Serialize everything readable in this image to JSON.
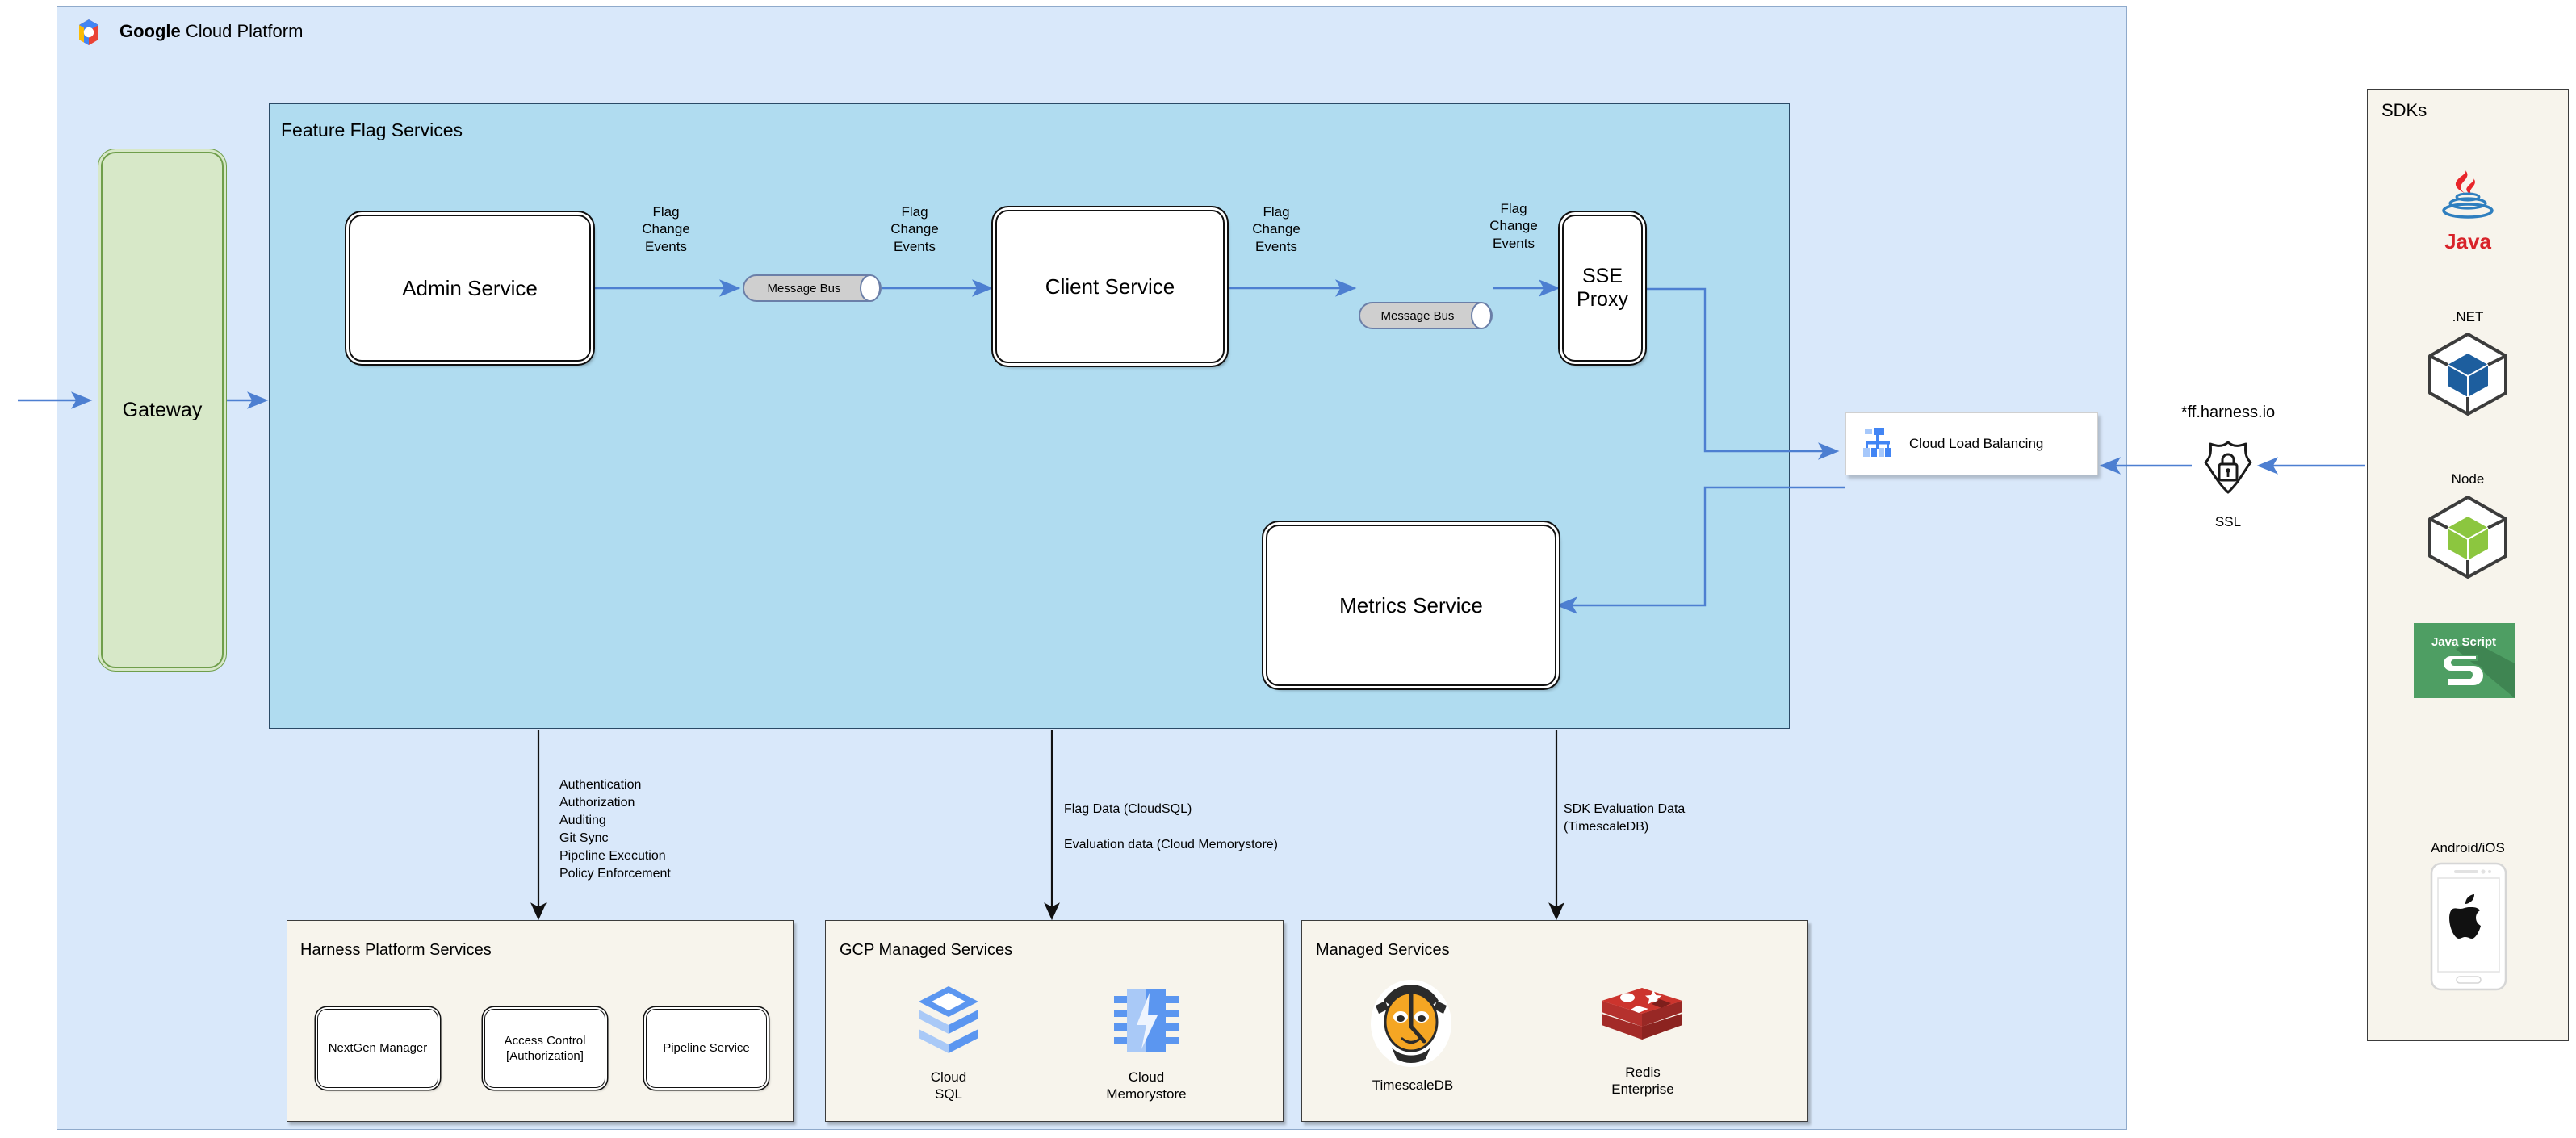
{
  "gcp": {
    "title_bold": "Google",
    "title_rest": " Cloud Platform",
    "logo_icon": "google-cloud-logo"
  },
  "feature_flag_services": {
    "title": "Feature Flag Services",
    "services": [
      {
        "name": "admin-service",
        "label": "Admin Service"
      },
      {
        "name": "client-service",
        "label": "Client Service"
      },
      {
        "name": "sse-proxy",
        "label": "SSE\nProxy"
      },
      {
        "name": "metrics-service",
        "label": "Metrics Service"
      }
    ],
    "message_buses": [
      {
        "name": "message-bus-1",
        "label": "Message Bus"
      },
      {
        "name": "message-bus-2",
        "label": "Message Bus"
      }
    ],
    "edge_labels": [
      {
        "name": "edge-label-admin-to-bus1",
        "text": "Flag\nChange\nEvents"
      },
      {
        "name": "edge-label-bus1-to-client",
        "text": "Flag\nChange\nEvents"
      },
      {
        "name": "edge-label-client-to-bus2",
        "text": "Flag\nChange\nEvents"
      },
      {
        "name": "edge-label-bus2-to-sse",
        "text": "Flag\nChange\nEvents"
      }
    ]
  },
  "gateway": {
    "label": "Gateway"
  },
  "load_balancer": {
    "label": "Cloud Load Balancing",
    "icon": "cloud-load-balancing-icon"
  },
  "ssl": {
    "domain": "*ff.harness.io",
    "caption": "SSL",
    "icon": "ssl-shield-lock-icon"
  },
  "sdks": {
    "title": "SDKs",
    "items": [
      {
        "name": "sdk-java",
        "label": "Java",
        "label_position": "below",
        "icon": "java-logo"
      },
      {
        "name": "sdk-dotnet",
        "label": ".NET",
        "label_position": "above",
        "icon": "dotnet-cube-icon"
      },
      {
        "name": "sdk-node",
        "label": "Node",
        "label_position": "above",
        "icon": "node-cube-icon"
      },
      {
        "name": "sdk-javascript",
        "label": "Java Script",
        "label_position": "inside",
        "icon": "javascript-logo"
      },
      {
        "name": "sdk-mobile",
        "label": "Android/iOS",
        "label_position": "above",
        "icon": "apple-phone-icon"
      }
    ]
  },
  "notes": [
    {
      "name": "note-harness-platform",
      "text": "Authentication\nAuthorization\nAuditing\nGit Sync\nPipeline Execution\nPolicy Enforcement"
    },
    {
      "name": "note-flag-data",
      "text": "Flag Data (CloudSQL)\n\nEvaluation data (Cloud Memorystore)"
    },
    {
      "name": "note-sdk-evaluation",
      "text": "SDK Evaluation Data\n(TimescaleDB)"
    }
  ],
  "bottom_groups": [
    {
      "name": "group-harness-platform-services",
      "title": "Harness Platform Services",
      "items": [
        {
          "name": "nextgen-manager",
          "label": "NextGen Manager"
        },
        {
          "name": "access-control",
          "label": "Access Control\n[Authorization]"
        },
        {
          "name": "pipeline-service",
          "label": "Pipeline Service"
        }
      ]
    },
    {
      "name": "group-gcp-managed-services",
      "title": "GCP Managed Services",
      "items": [
        {
          "name": "cloud-sql",
          "label": "Cloud\nSQL",
          "icon": "cloud-sql-icon"
        },
        {
          "name": "cloud-memorystore",
          "label": "Cloud\nMemorystore",
          "icon": "cloud-memorystore-icon"
        }
      ]
    },
    {
      "name": "group-managed-services",
      "title": "Managed Services",
      "items": [
        {
          "name": "timescaledb",
          "label": "TimescaleDB",
          "icon": "timescaledb-tiger-logo"
        },
        {
          "name": "redis-enterprise",
          "label": "Redis\nEnterprise",
          "icon": "redis-logo"
        }
      ]
    }
  ],
  "colors": {
    "gcp_background": "#d9e8fa",
    "ffs_background": "#b0dcf0",
    "panel_beige": "#f7f4ec",
    "gateway_fill": "#d7e8c8",
    "arrow_blue": "#4d7fd1",
    "message_bus_fill": "#cfcfcf"
  }
}
